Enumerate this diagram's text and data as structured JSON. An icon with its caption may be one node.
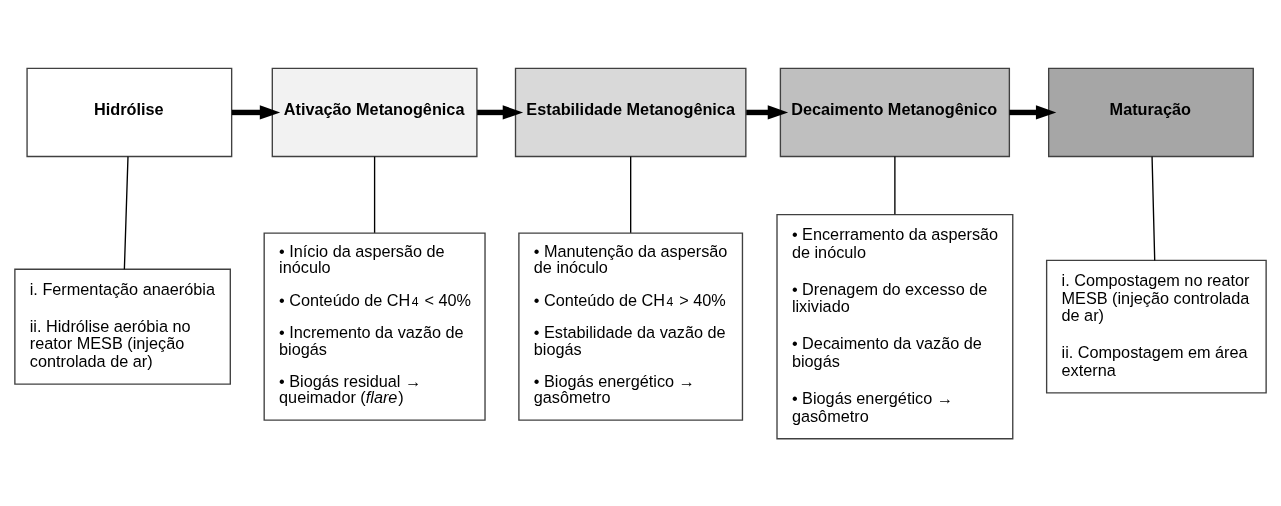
{
  "diagram": {
    "nodes": [
      {
        "text": [
          "Hidrólise"
        ]
      },
      {
        "text": [
          "Ativação Metanogênica"
        ]
      },
      {
        "text": [
          "Estabilidade Metanogênica"
        ]
      },
      {
        "text": [
          "Decaimento Metanogênico"
        ]
      },
      {
        "text": [
          "Maturação"
        ]
      },
      {
        "text": [
          "i. Fermentação anaeróbia",
          "ii. Hidrólise aeróbia no reator MESB (injeção controlada de ar)"
        ]
      },
      {
        "text": [
          "• Início da aspersão de inóculo",
          "• Conteúdo de CH$_{4}$ < 40%",
          "• Incremento da vazão de biogás",
          "• Biogás residual → queimador (*flare*)"
        ]
      },
      {
        "text": [
          "• Manutenção da aspersão de inóculo",
          "• Conteúdo de CH$_{4}$ > 40%",
          "• Estabilidade da vazão de biogás",
          "• Biogás energético → gasômetro"
        ]
      },
      {
        "text": [
          "• Encerramento da aspersão de inóculo",
          "• Drenagem do excesso de lixiviado",
          "• Decaimento da vazão de biogás",
          "• Biogás energético → gasômetro"
        ]
      },
      {
        "text": [
          "i. Compostagem no reator MESB (injeção controlada de ar)",
          "ii. Compostagem em área externa"
        ]
      }
    ],
    "edges": [
      {
        "from": 0,
        "to": 1,
        "arrow": "to",
        "style": "thick"
      },
      {
        "from": 1,
        "to": 2,
        "arrow": "to",
        "style": "thick"
      },
      {
        "from": 2,
        "to": 3,
        "arrow": "to",
        "style": "thick"
      },
      {
        "from": 3,
        "to": 4,
        "arrow": "to",
        "style": "thick"
      },
      {
        "from": 0,
        "to": 5,
        "arrow": "none"
      },
      {
        "from": 1,
        "to": 6,
        "arrow": "none"
      },
      {
        "from": 2,
        "to": 7,
        "arrow": "none"
      },
      {
        "from": 3,
        "to": 8,
        "arrow": "none"
      },
      {
        "from": 4,
        "to": 9,
        "arrow": "none"
      }
    ]
  }
}
